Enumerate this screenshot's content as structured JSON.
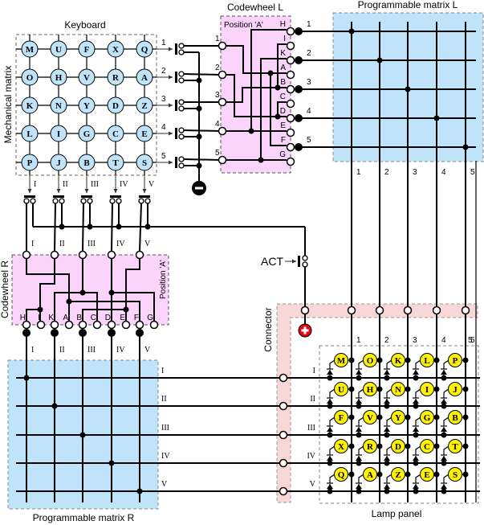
{
  "titles": {
    "keyboard": "Keyboard",
    "mechanical_matrix": "Mechanical matrix",
    "codewheel_l": "Codewheel L",
    "codewheel_r": "Codewheel R",
    "programmable_matrix_l": "Programmable matrix L",
    "programmable_matrix_r": "Programmable matrix R",
    "connector": "Connector",
    "lamp_panel": "Lamp panel",
    "position_l": "Position 'A'",
    "position_r": "Position 'A'",
    "act": "ACT"
  },
  "colors": {
    "key_fill": "#bfe3f8",
    "lamp_fill": "#fff200",
    "codewheel_fill": "#fad4fa",
    "matrix_fill": "#bfe3f8",
    "connector_fill": "#fad7d7",
    "plus_terminal": "#e30613",
    "minus_terminal": "#000000"
  },
  "keyboard_rows": [
    [
      "M",
      "U",
      "F",
      "X",
      "Q"
    ],
    [
      "O",
      "H",
      "V",
      "R",
      "A"
    ],
    [
      "K",
      "N",
      "Y",
      "D",
      "Z"
    ],
    [
      "L",
      "I",
      "G",
      "C",
      "E"
    ],
    [
      "P",
      "J",
      "B",
      "T",
      "S"
    ]
  ],
  "lamp_rows": [
    [
      "M",
      "O",
      "K",
      "L",
      "P"
    ],
    [
      "U",
      "H",
      "N",
      "I",
      "J"
    ],
    [
      "F",
      "V",
      "Y",
      "G",
      "B"
    ],
    [
      "X",
      "R",
      "D",
      "C",
      "T"
    ],
    [
      "Q",
      "A",
      "Z",
      "E",
      "S"
    ]
  ],
  "arabic_labels": [
    "1",
    "2",
    "3",
    "4",
    "5"
  ],
  "roman_labels": [
    "I",
    "II",
    "III",
    "IV",
    "V"
  ],
  "codewheel_l_outputs": [
    "H",
    "I",
    "K",
    "A",
    "B",
    "C",
    "D",
    "E",
    "F",
    "G"
  ],
  "codewheel_r_outputs": [
    "H",
    "I",
    "K",
    "A",
    "B",
    "C",
    "D",
    "E",
    "F",
    "G"
  ],
  "terminals": {
    "minus": "−",
    "plus": "+"
  }
}
